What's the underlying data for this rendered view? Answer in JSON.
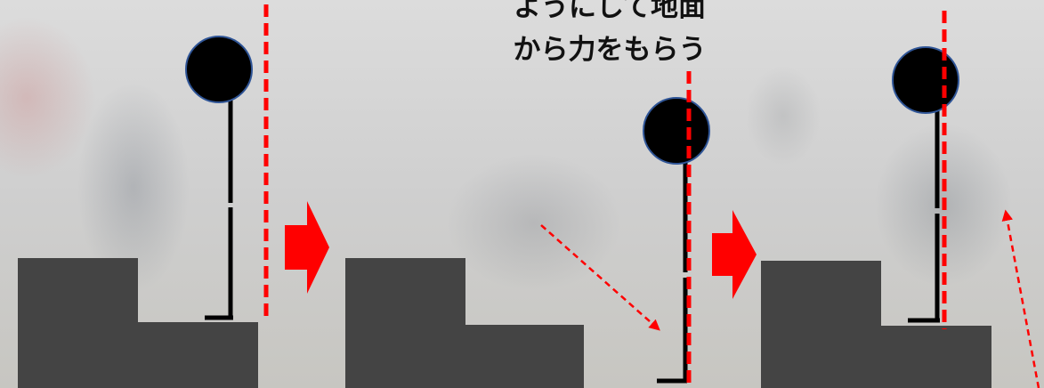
{
  "caption": {
    "line1": "ようにして地面",
    "line2": "から力をもらう"
  },
  "colors": {
    "step": "#444444",
    "head": "#000000",
    "head_outline": "#2f5597",
    "vertical_line": "#ff0000",
    "arrow": "#ff0000",
    "leg": "#000000"
  },
  "stages": [
    {
      "name": "stage-1",
      "posture": "standing"
    },
    {
      "name": "stage-2",
      "posture": "lowered",
      "force_arrow": "downward"
    },
    {
      "name": "stage-3",
      "posture": "standing",
      "force_arrow": "upward"
    }
  ]
}
